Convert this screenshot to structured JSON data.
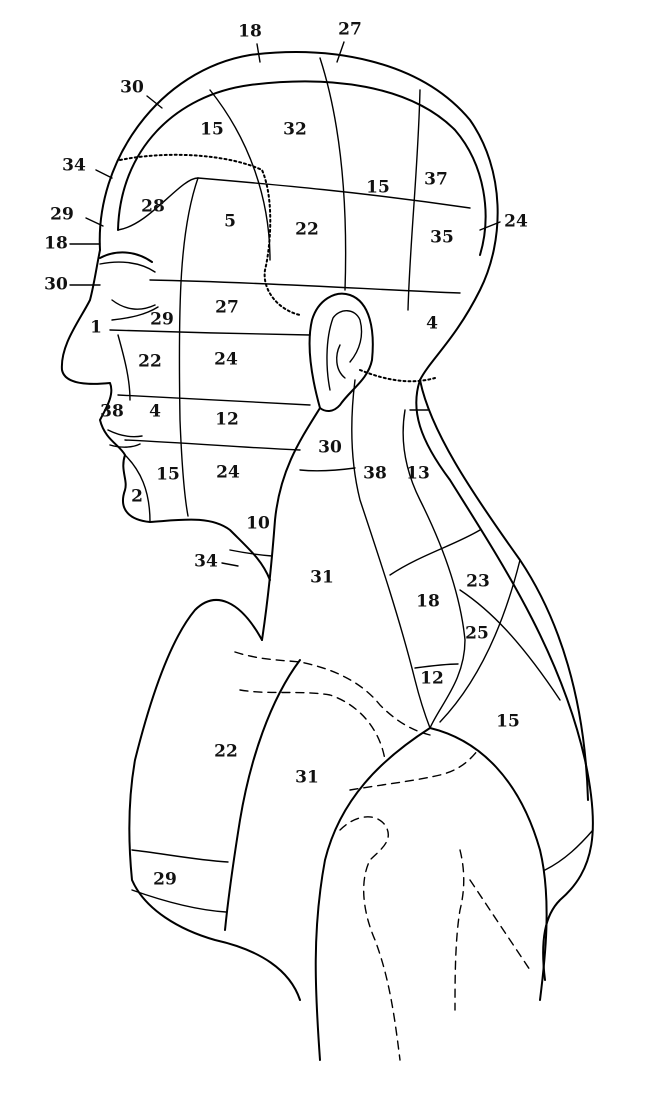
{
  "labels": [
    "18",
    "27",
    "30",
    "15",
    "32",
    "34",
    "29",
    "28",
    "15",
    "37",
    "5",
    "22",
    "35",
    "24",
    "18",
    "30",
    "27",
    "4",
    "29",
    "1",
    "22",
    "24",
    "38",
    "4",
    "12",
    "30",
    "15",
    "24",
    "38",
    "13",
    "2",
    "10",
    "34",
    "31",
    "18",
    "23",
    "25",
    "12",
    "15",
    "22",
    "31",
    "29"
  ],
  "colors": {
    "ink": "#000000",
    "paper": "#ffffff"
  }
}
